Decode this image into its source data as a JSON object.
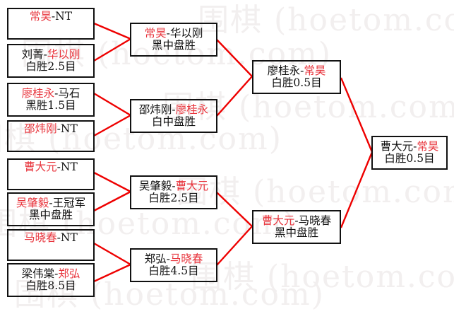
{
  "diagram": {
    "type": "tournament-bracket",
    "title": "",
    "line_color": "#ee0000",
    "box_border_color": "#111111",
    "winner_text_color": "#e8343c",
    "loser_text_color": "#111111",
    "watermark_text": "围棋 (hoetom.com)"
  },
  "round1": [
    {
      "id": "r1m1",
      "pair_left": "常昊",
      "pair_left_color": "red",
      "dash": "-",
      "pair_right": "NT",
      "pair_right_color": "black",
      "result": ""
    },
    {
      "id": "r1m2",
      "pair_left": "刘菁",
      "pair_left_color": "black",
      "dash": "-",
      "pair_right": "华以刚",
      "pair_right_color": "red",
      "result": "白胜2.5目"
    },
    {
      "id": "r1m3",
      "pair_left": "廖桂永",
      "pair_left_color": "red",
      "dash": "-",
      "pair_right": "马石",
      "pair_right_color": "black",
      "result": "黑胜1.5目"
    },
    {
      "id": "r1m4",
      "pair_left": "邵炜刚",
      "pair_left_color": "red",
      "dash": "-",
      "pair_right": "NT",
      "pair_right_color": "black",
      "result": ""
    },
    {
      "id": "r1m5",
      "pair_left": "曹大元",
      "pair_left_color": "red",
      "dash": "-",
      "pair_right": "NT",
      "pair_right_color": "black",
      "result": ""
    },
    {
      "id": "r1m6",
      "pair_left": "吴肇毅",
      "pair_left_color": "red",
      "dash": "-",
      "pair_right": "王冠军",
      "pair_right_color": "black",
      "result": "黑中盘胜"
    },
    {
      "id": "r1m7",
      "pair_left": "马晓春",
      "pair_left_color": "red",
      "dash": "-",
      "pair_right": "NT",
      "pair_right_color": "black",
      "result": ""
    },
    {
      "id": "r1m8",
      "pair_left": "梁伟棠",
      "pair_left_color": "black",
      "dash": "-",
      "pair_right": "郑弘",
      "pair_right_color": "red",
      "result": "白胜8.5目"
    }
  ],
  "round2": [
    {
      "id": "r2m1",
      "pair_left": "常昊",
      "pair_left_color": "red",
      "dash": "-",
      "pair_right": "华以刚",
      "pair_right_color": "black",
      "result": "黑中盘胜"
    },
    {
      "id": "r2m2",
      "pair_left": "邵炜刚",
      "pair_left_color": "black",
      "dash": "-",
      "pair_right": "廖桂永",
      "pair_right_color": "red",
      "result": "白中盘胜"
    },
    {
      "id": "r2m3",
      "pair_left": "吴肇毅",
      "pair_left_color": "black",
      "dash": "-",
      "pair_right": "曹大元",
      "pair_right_color": "red",
      "result": "白胜2.5目"
    },
    {
      "id": "r2m4",
      "pair_left": "郑弘",
      "pair_left_color": "black",
      "dash": "-",
      "pair_right": "马晓春",
      "pair_right_color": "red",
      "result": "白胜4.5目"
    }
  ],
  "round3": [
    {
      "id": "r3m1",
      "pair_left": "廖桂永",
      "pair_left_color": "black",
      "dash": "-",
      "pair_right": "常昊",
      "pair_right_color": "red",
      "result": "白胜0.5目"
    },
    {
      "id": "r3m2",
      "pair_left": "曹大元",
      "pair_left_color": "red",
      "dash": "-",
      "pair_right": "马晓春",
      "pair_right_color": "black",
      "result": "黑中盘胜"
    }
  ],
  "final": [
    {
      "id": "fm1",
      "pair_left": "曹大元",
      "pair_left_color": "black",
      "dash": "-",
      "pair_right": "常昊",
      "pair_right_color": "red",
      "result": "白胜0.5目"
    }
  ]
}
